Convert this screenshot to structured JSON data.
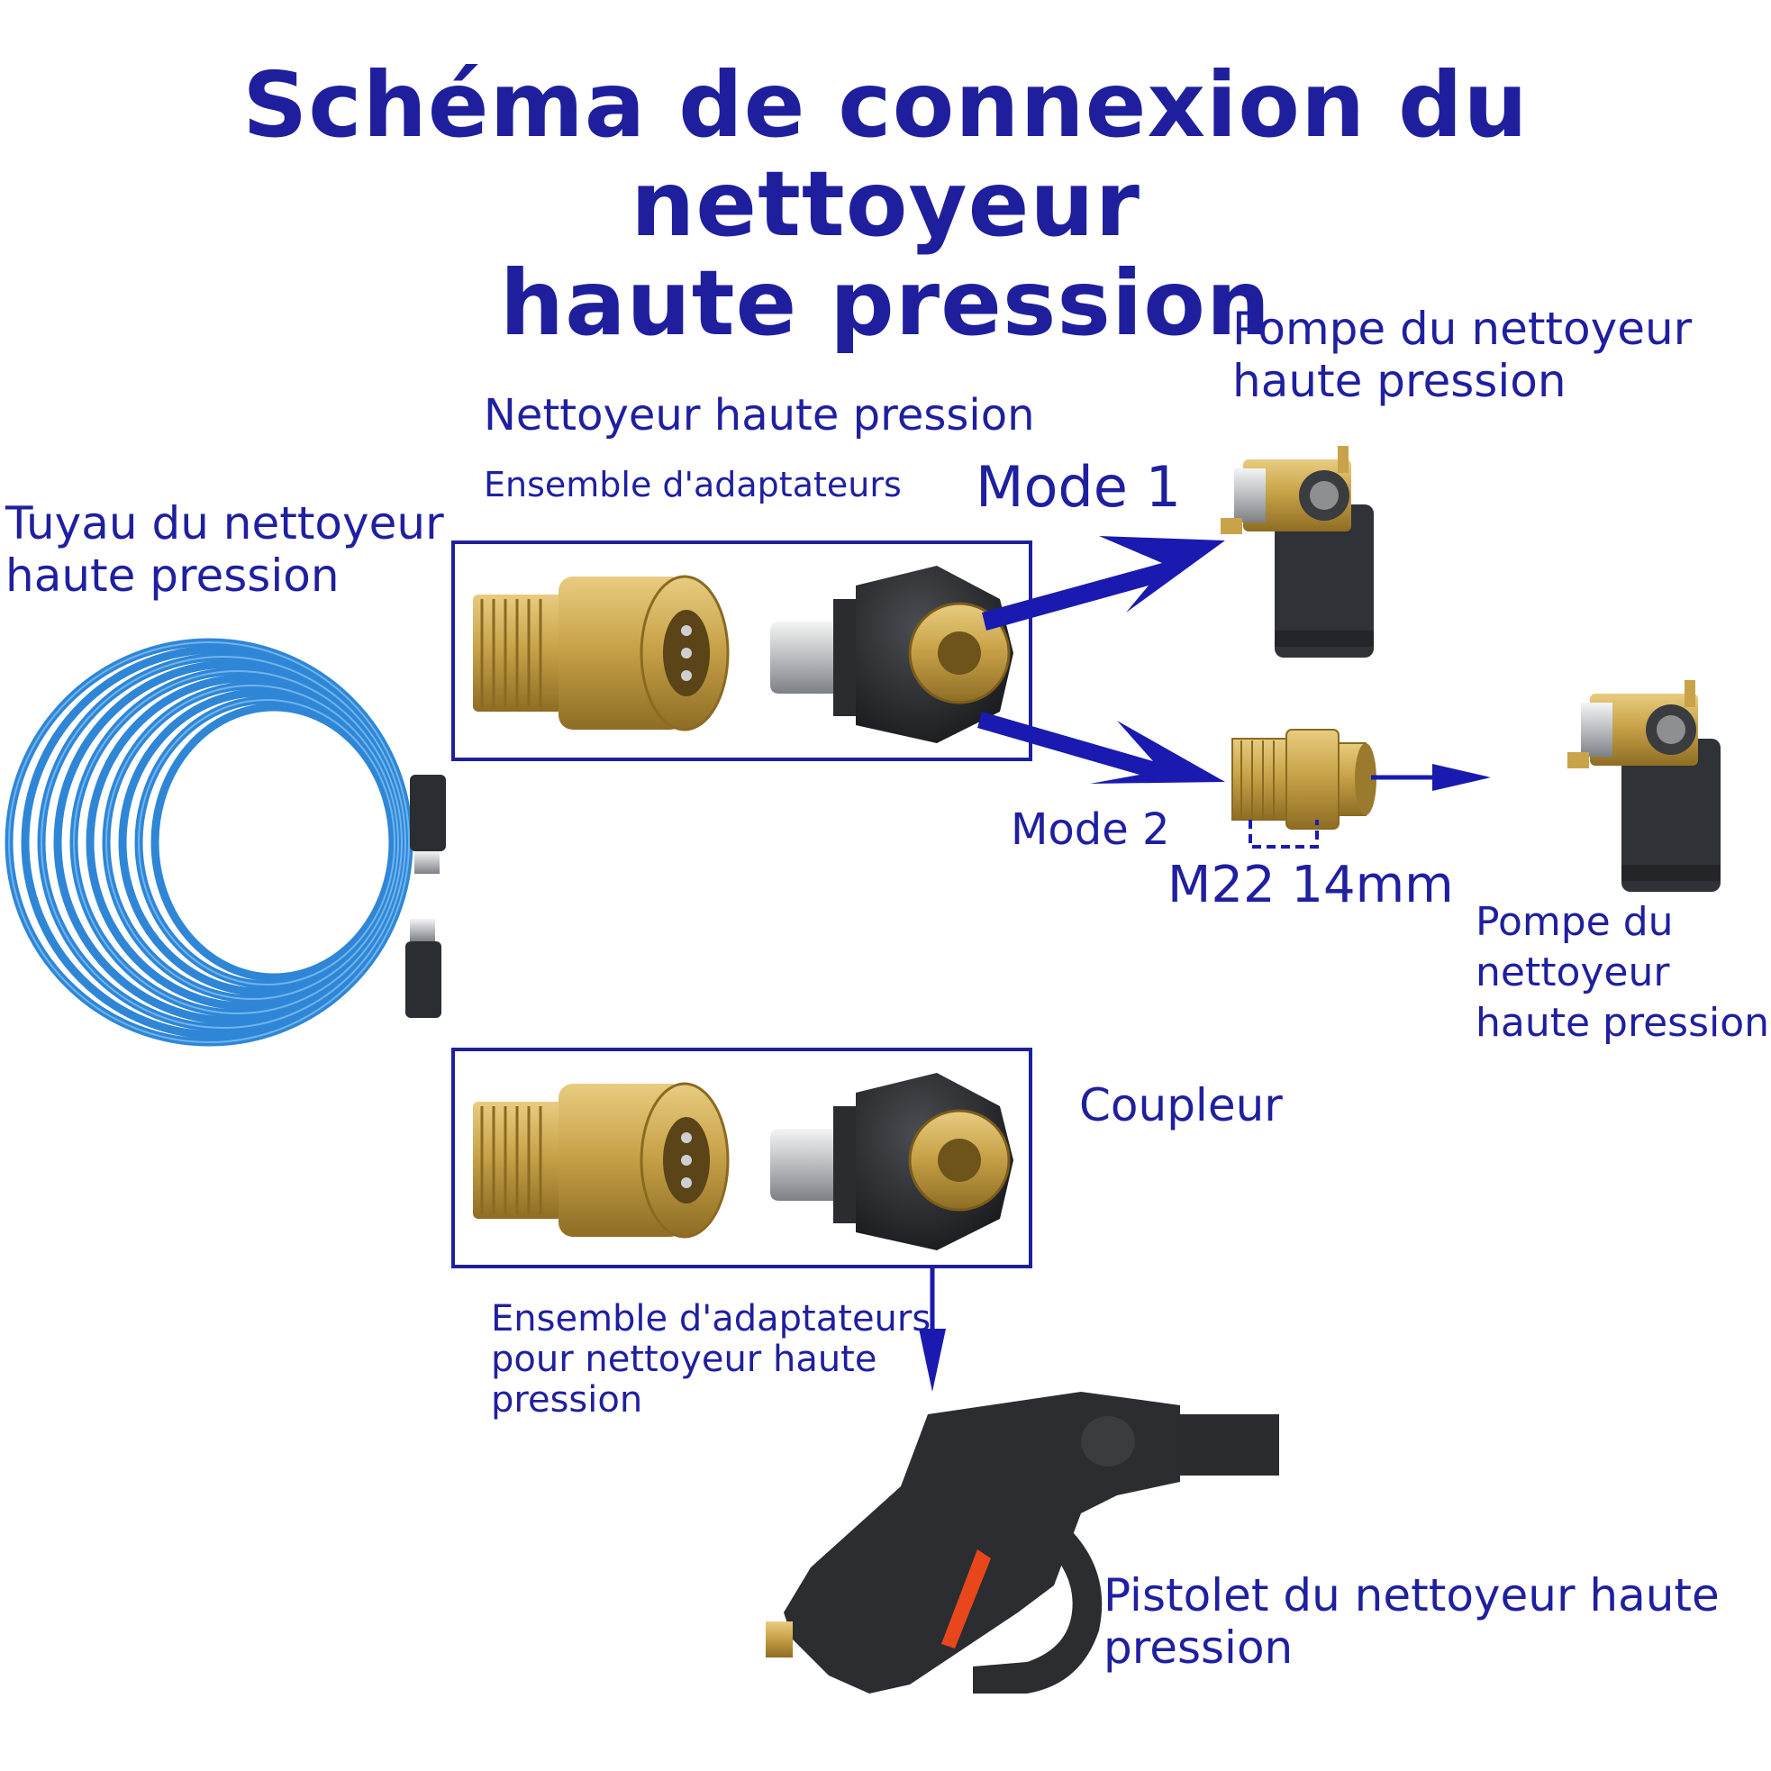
{
  "title": {
    "line1": "Schéma de connexion du nettoyeur",
    "line2": "haute pression"
  },
  "labels": {
    "hose": {
      "line1": "Tuyau du nettoyeur",
      "line2": "haute pression"
    },
    "kit_title": "Nettoyeur haute pression",
    "kit_subtitle": "Ensemble d'adaptateurs",
    "mode1": "Mode 1",
    "mode2": "Mode 2",
    "pump_top": {
      "line1": "Pompe du nettoyeur",
      "line2": "haute pression"
    },
    "pump_right": {
      "line1": "Pompe du",
      "line2": "nettoyeur",
      "line3": "haute pression"
    },
    "fitting_spec": "M22 14mm",
    "coupler": "Coupleur",
    "kit_bottom": {
      "line1": "Ensemble d'adaptateurs",
      "line2": "pour nettoyeur haute",
      "line3": "pression"
    },
    "gun": {
      "line1": "Pistolet du nettoyeur haute",
      "line2": "pression"
    }
  },
  "colors": {
    "text": "#1f1fa0",
    "arrow": "#1a1ab0",
    "hose": "#2f86d6",
    "brass": "#c9a349",
    "black_part": "#26282b"
  }
}
